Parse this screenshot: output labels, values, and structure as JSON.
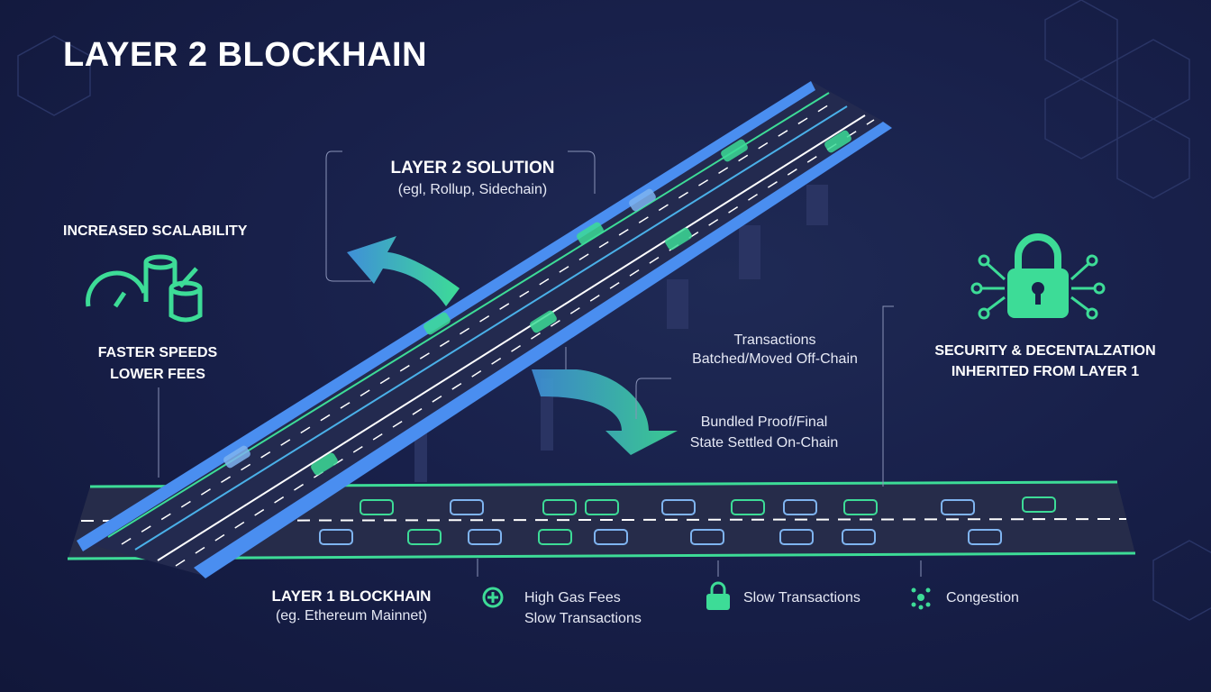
{
  "title": "LAYER 2 BLOCKHAIN",
  "layer2": {
    "heading": "LAYER 2 SOLUTION",
    "subheading": "(egl, Rollup, Sidechain)"
  },
  "benefits": {
    "heading": "INCREASED SCALABILITY",
    "line1": "FASTER SPEEDS",
    "line2": "LOWER FEES"
  },
  "flow": {
    "offchain_line1": "Transactions",
    "offchain_line2": "Batched/Moved Off-Chain",
    "onchain_line1": "Bundled Proof/Final",
    "onchain_line2": "State Settled On-Chain"
  },
  "security": {
    "line1": "SECURITY & DECENTALZATION",
    "line2": "INHERITED FROM LAYER 1"
  },
  "layer1": {
    "heading": "LAYER 1 BLOCKHAIN",
    "subheading": "(eg. Ethereum Mainnet)"
  },
  "issues": [
    {
      "icon": "gas-fee-icon",
      "line1": "High Gas Fees",
      "line2": "Slow Transactions"
    },
    {
      "icon": "lock-icon",
      "line1": "Slow Transactions"
    },
    {
      "icon": "network-icon",
      "line1": "Congestion"
    }
  ],
  "colors": {
    "accent_green": "#3ddc97",
    "accent_blue": "#4a8ef0",
    "background": "#18204a"
  }
}
